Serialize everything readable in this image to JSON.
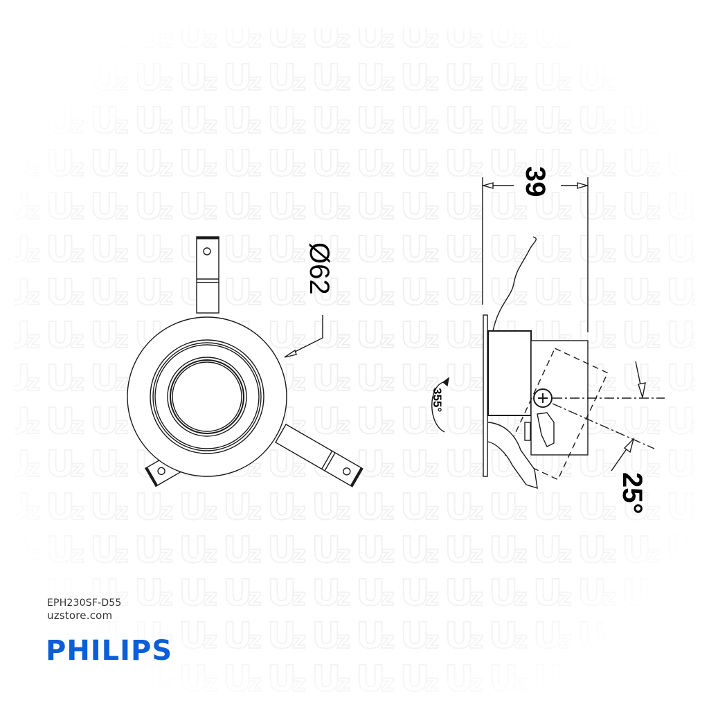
{
  "product": {
    "model": "EPH230SF-D55",
    "website": "uzstore.com",
    "brand": "PHILIPS",
    "brand_color": "#0b5ed7"
  },
  "watermark": {
    "text": "Uz",
    "color": "#f2f2f2"
  },
  "drawing": {
    "front_view": {
      "diameter_label": "Ø62",
      "clips": 3
    },
    "side_view": {
      "depth_label": "39",
      "tilt_label": "25°",
      "rotation_label": "355°"
    },
    "line_color": "#1a1a1a"
  }
}
